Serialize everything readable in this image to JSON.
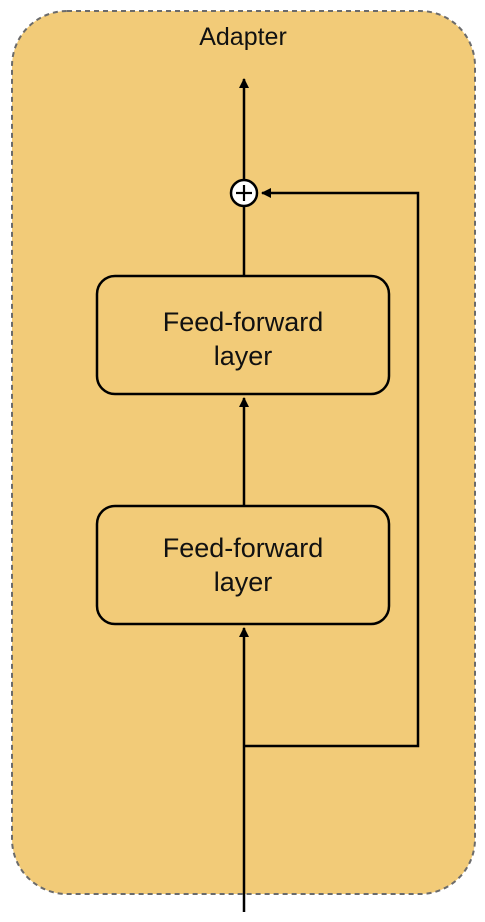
{
  "diagram": {
    "title": "Adapter",
    "lower_block": {
      "line1": "Feed-forward",
      "line2": "layer"
    },
    "upper_block": {
      "line1": "Feed-forward",
      "line2": "layer"
    },
    "sum_symbol": "+",
    "colors": {
      "container_fill": "#F2CB78",
      "container_border": "#6B6B6B",
      "stroke": "#000000",
      "sum_fill": "#FFFFFF"
    }
  }
}
